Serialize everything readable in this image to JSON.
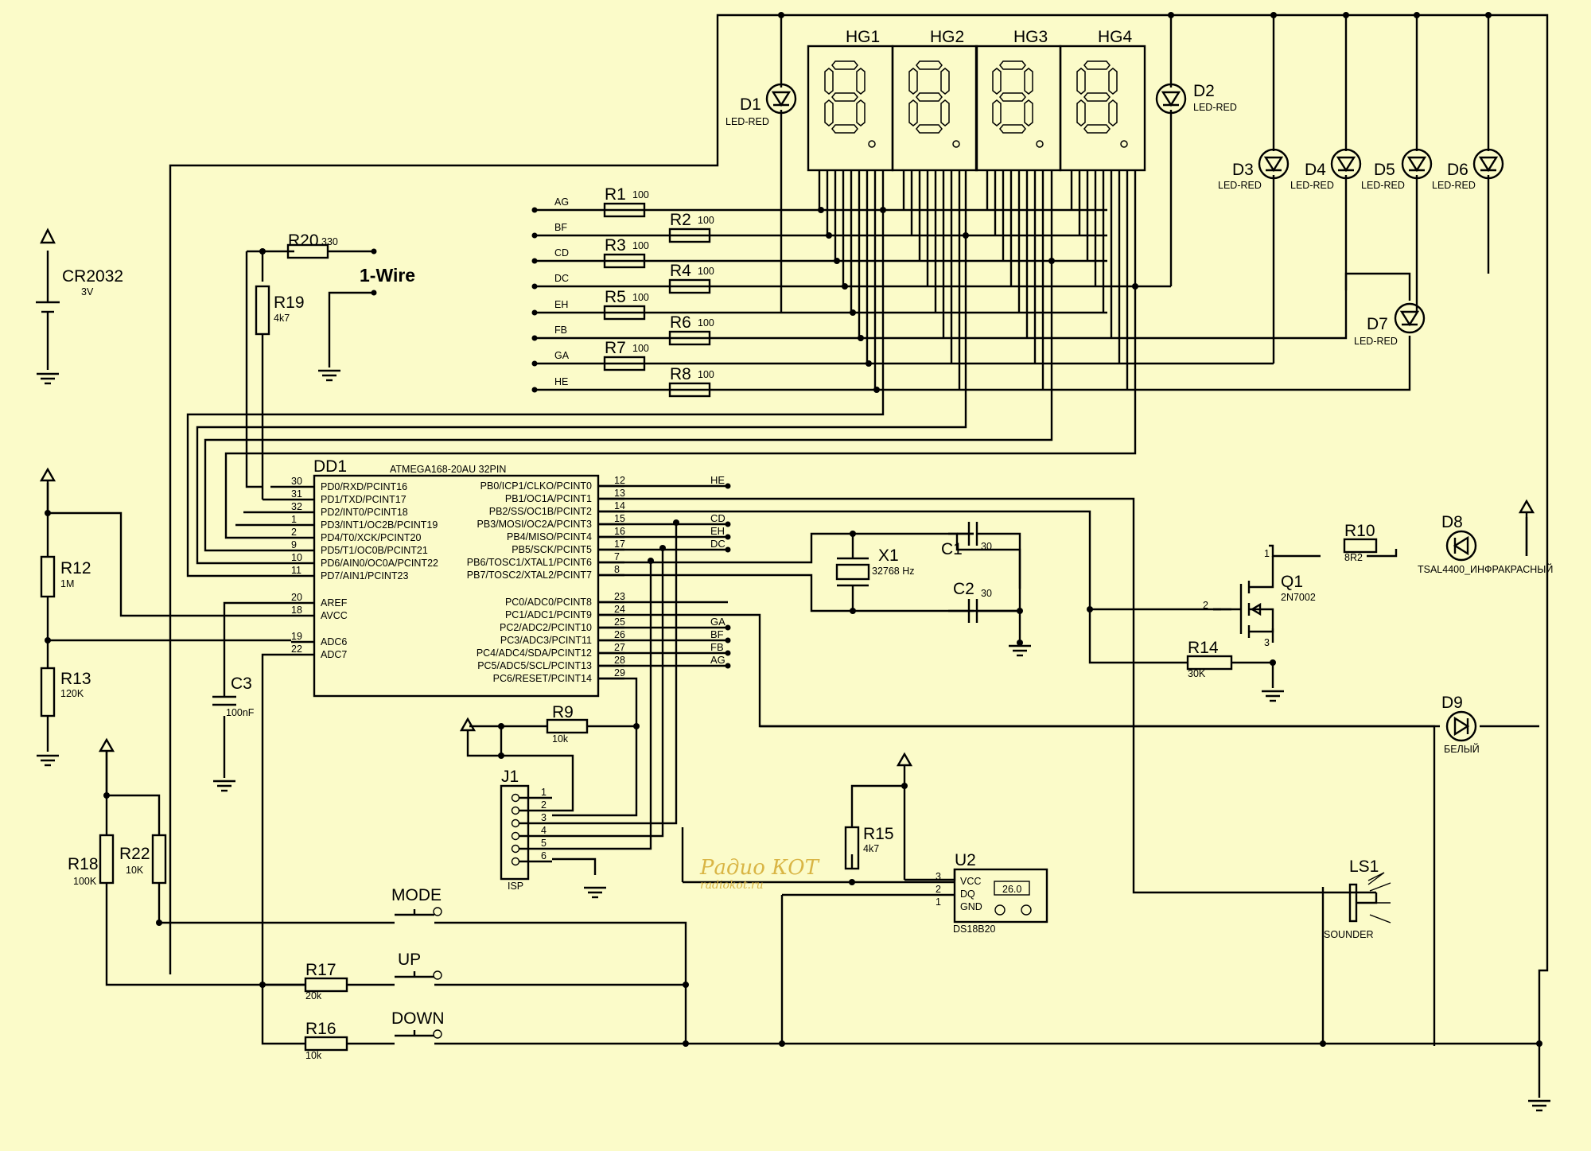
{
  "power_source": {
    "ref": "CR2032",
    "value": "3V"
  },
  "resistors": {
    "R1": {
      "ref": "R1",
      "value": "100"
    },
    "R2": {
      "ref": "R2",
      "value": "100"
    },
    "R3": {
      "ref": "R3",
      "value": "100"
    },
    "R4": {
      "ref": "R4",
      "value": "100"
    },
    "R5": {
      "ref": "R5",
      "value": "100"
    },
    "R6": {
      "ref": "R6",
      "value": "100"
    },
    "R7": {
      "ref": "R7",
      "value": "100"
    },
    "R8": {
      "ref": "R8",
      "value": "100"
    },
    "R9": {
      "ref": "R9",
      "value": "10k"
    },
    "R10": {
      "ref": "R10",
      "value": "8R2"
    },
    "R12": {
      "ref": "R12",
      "value": "1M"
    },
    "R13": {
      "ref": "R13",
      "value": "120K"
    },
    "R14": {
      "ref": "R14",
      "value": "30K"
    },
    "R15": {
      "ref": "R15",
      "value": "4k7"
    },
    "R16": {
      "ref": "R16",
      "value": "10k"
    },
    "R17": {
      "ref": "R17",
      "value": "20k"
    },
    "R18": {
      "ref": "R18",
      "value": "100K"
    },
    "R19": {
      "ref": "R19",
      "value": "4k7"
    },
    "R20": {
      "ref": "R20",
      "value": "330"
    },
    "R22": {
      "ref": "R22",
      "value": "10K"
    }
  },
  "capacitors": {
    "C1": {
      "ref": "C1",
      "value": "30"
    },
    "C2": {
      "ref": "C2",
      "value": "30"
    },
    "C3": {
      "ref": "C3",
      "value": "100nF"
    }
  },
  "crystal": {
    "ref": "X1",
    "value": "32768 Hz"
  },
  "leds": {
    "D1": {
      "ref": "D1",
      "type": "LED-RED"
    },
    "D2": {
      "ref": "D2",
      "type": "LED-RED"
    },
    "D3": {
      "ref": "D3",
      "type": "LED-RED"
    },
    "D4": {
      "ref": "D4",
      "type": "LED-RED"
    },
    "D5": {
      "ref": "D5",
      "type": "LED-RED"
    },
    "D6": {
      "ref": "D6",
      "type": "LED-RED"
    },
    "D7": {
      "ref": "D7",
      "type": "LED-RED"
    },
    "D8": {
      "ref": "D8",
      "type": "TSAL4400_ИНФРАКРАСНЫЙ"
    },
    "D9": {
      "ref": "D9",
      "type": "БЕЛЫЙ"
    }
  },
  "displays": [
    "HG1",
    "HG2",
    "HG3",
    "HG4"
  ],
  "segment_nets": [
    "AG",
    "BF",
    "CD",
    "DC",
    "EH",
    "FB",
    "GA",
    "HE"
  ],
  "mcu": {
    "ref": "DD1",
    "part": "ATMEGA168-20AU  32PIN",
    "left_pins": [
      {
        "num": "30",
        "name": "PD0/RXD/PCINT16"
      },
      {
        "num": "31",
        "name": "PD1/TXD/PCINT17"
      },
      {
        "num": "32",
        "name": "PD2/INT0/PCINT18"
      },
      {
        "num": "1",
        "name": "PD3/INT1/OC2B/PCINT19"
      },
      {
        "num": "2",
        "name": "PD4/T0/XCK/PCINT20"
      },
      {
        "num": "9",
        "name": "PD5/T1/OC0B/PCINT21"
      },
      {
        "num": "10",
        "name": "PD6/AIN0/OC0A/PCINT22"
      },
      {
        "num": "11",
        "name": "PD7/AIN1/PCINT23"
      },
      {
        "num": "20",
        "name": "AREF"
      },
      {
        "num": "18",
        "name": "AVCC"
      },
      {
        "num": "19",
        "name": "ADC6"
      },
      {
        "num": "22",
        "name": "ADC7"
      }
    ],
    "right_pins": [
      {
        "num": "12",
        "name": "PB0/ICP1/CLKO/PCINT0",
        "net": "HE"
      },
      {
        "num": "13",
        "name": "PB1/OC1A/PCINT1",
        "net": ""
      },
      {
        "num": "14",
        "name": "PB2/SS/OC1B/PCINT2",
        "net": ""
      },
      {
        "num": "15",
        "name": "PB3/MOSI/OC2A/PCINT3",
        "net": "CD"
      },
      {
        "num": "16",
        "name": "PB4/MISO/PCINT4",
        "net": "EH"
      },
      {
        "num": "17",
        "name": "PB5/SCK/PCINT5",
        "net": "DC"
      },
      {
        "num": "7",
        "name": "PB6/TOSC1/XTAL1/PCINT6",
        "net": ""
      },
      {
        "num": "8",
        "name": "PB7/TOSC2/XTAL2/PCINT7",
        "net": ""
      },
      {
        "num": "23",
        "name": "PC0/ADC0/PCINT8",
        "net": ""
      },
      {
        "num": "24",
        "name": "PC1/ADC1/PCINT9",
        "net": ""
      },
      {
        "num": "25",
        "name": "PC2/ADC2/PCINT10",
        "net": "GA"
      },
      {
        "num": "26",
        "name": "PC3/ADC3/PCINT11",
        "net": "BF"
      },
      {
        "num": "27",
        "name": "PC4/ADC4/SDA/PCINT12",
        "net": "FB"
      },
      {
        "num": "28",
        "name": "PC5/ADC5/SCL/PCINT13",
        "net": "AG"
      },
      {
        "num": "29",
        "name": "PC6/RESET/PCINT14",
        "net": ""
      }
    ]
  },
  "transistor": {
    "ref": "Q1",
    "part": "2N7002",
    "pins": [
      "1",
      "2",
      "3"
    ]
  },
  "isp": {
    "ref": "J1",
    "label": "ISP",
    "pins": [
      "1",
      "2",
      "3",
      "4",
      "5",
      "6"
    ]
  },
  "sensor": {
    "ref": "U2",
    "part": "DS18B20",
    "pins": [
      {
        "num": "3",
        "name": "VCC"
      },
      {
        "num": "2",
        "name": "DQ"
      },
      {
        "num": "1",
        "name": "GND"
      }
    ],
    "reading": "26.0"
  },
  "buzzer": {
    "ref": "LS1",
    "label": "SOUNDER"
  },
  "buttons": {
    "mode": "MODE",
    "up": "UP",
    "down": "DOWN"
  },
  "onewire_label": "1-Wire",
  "watermark": {
    "logo": "Радио КОТ",
    "site": "radiokot.ru"
  }
}
